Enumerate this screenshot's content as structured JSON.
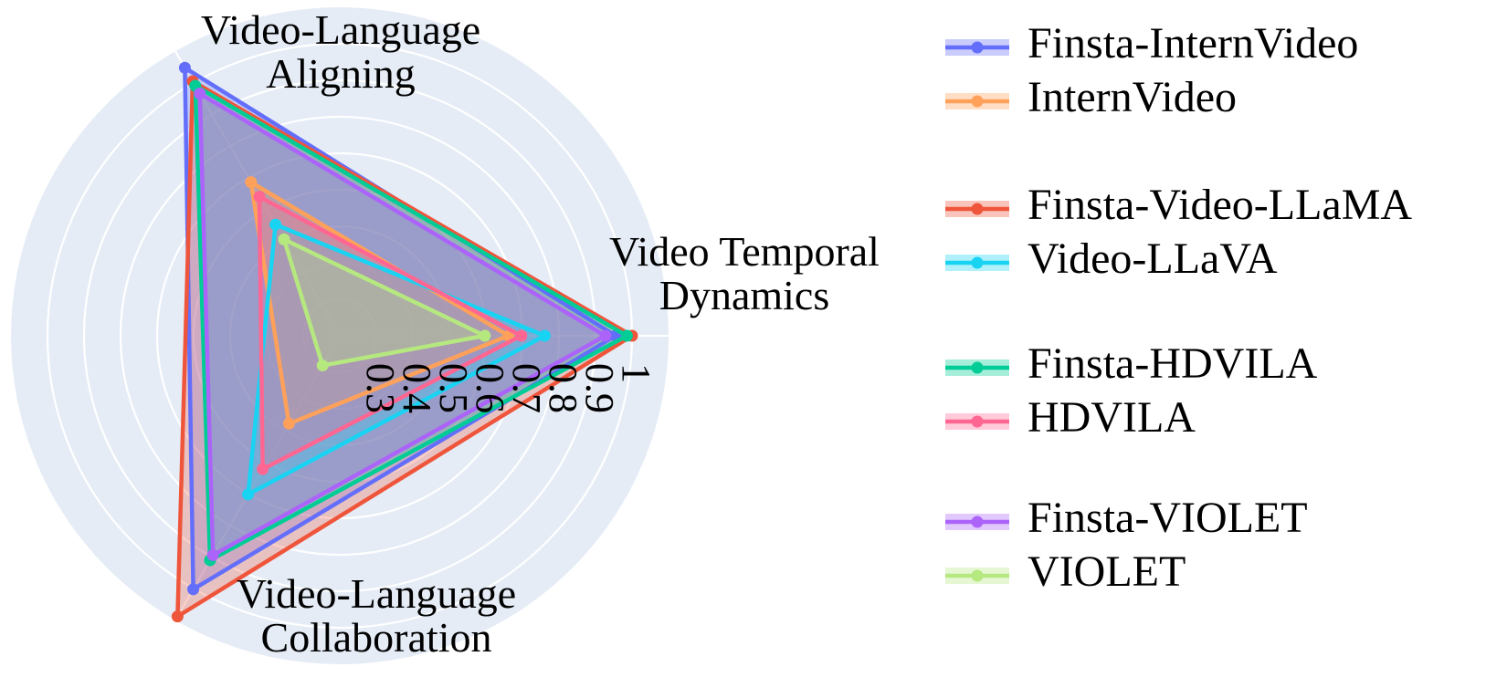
{
  "chart_data": {
    "type": "radar",
    "axes": [
      "Video Temporal\nDynamics",
      "Video-Language\nAligning",
      "Video-Language\nCollaboration"
    ],
    "rticks": [
      0.3,
      0.4,
      0.5,
      0.6,
      0.7,
      0.8,
      0.9,
      1
    ],
    "rticklabels": [
      "0.3",
      "0.4",
      "0.5",
      "0.6",
      "0.7",
      "0.8",
      "0.9",
      "1"
    ],
    "rlim": [
      0.2,
      1.1
    ],
    "grid": true,
    "legend": "right",
    "series": [
      {
        "name": "Finsta-InternVideo",
        "values": [
          0.955,
          1.048,
          1.002
        ],
        "color": "#636efa"
      },
      {
        "name": "InternVideo",
        "values": [
          0.662,
          0.686,
          0.478
        ],
        "color": "#ffa15a"
      },
      {
        "name": "Finsta-Video-LLaMA",
        "values": [
          1.0,
          1.005,
          1.088
        ],
        "color": "#ef553b"
      },
      {
        "name": "Video-LLaVA",
        "values": [
          0.761,
          0.552,
          0.702
        ],
        "color": "#19d3f3"
      },
      {
        "name": "Finsta-HDVILA",
        "values": [
          0.986,
          0.991,
          0.91
        ],
        "color": "#00cc96"
      },
      {
        "name": "HDVILA",
        "values": [
          0.697,
          0.64,
          0.622
        ],
        "color": "#ff6692"
      },
      {
        "name": "Finsta-VIOLET",
        "values": [
          0.927,
          0.966,
          0.894
        ],
        "color": "#ab63fa"
      },
      {
        "name": "VIOLET",
        "values": [
          0.597,
          0.505,
          0.294
        ],
        "color": "#b6e880"
      }
    ],
    "legend_groups": [
      [
        0,
        1
      ],
      [
        2,
        3
      ],
      [
        4,
        5
      ],
      [
        6,
        7
      ]
    ]
  }
}
